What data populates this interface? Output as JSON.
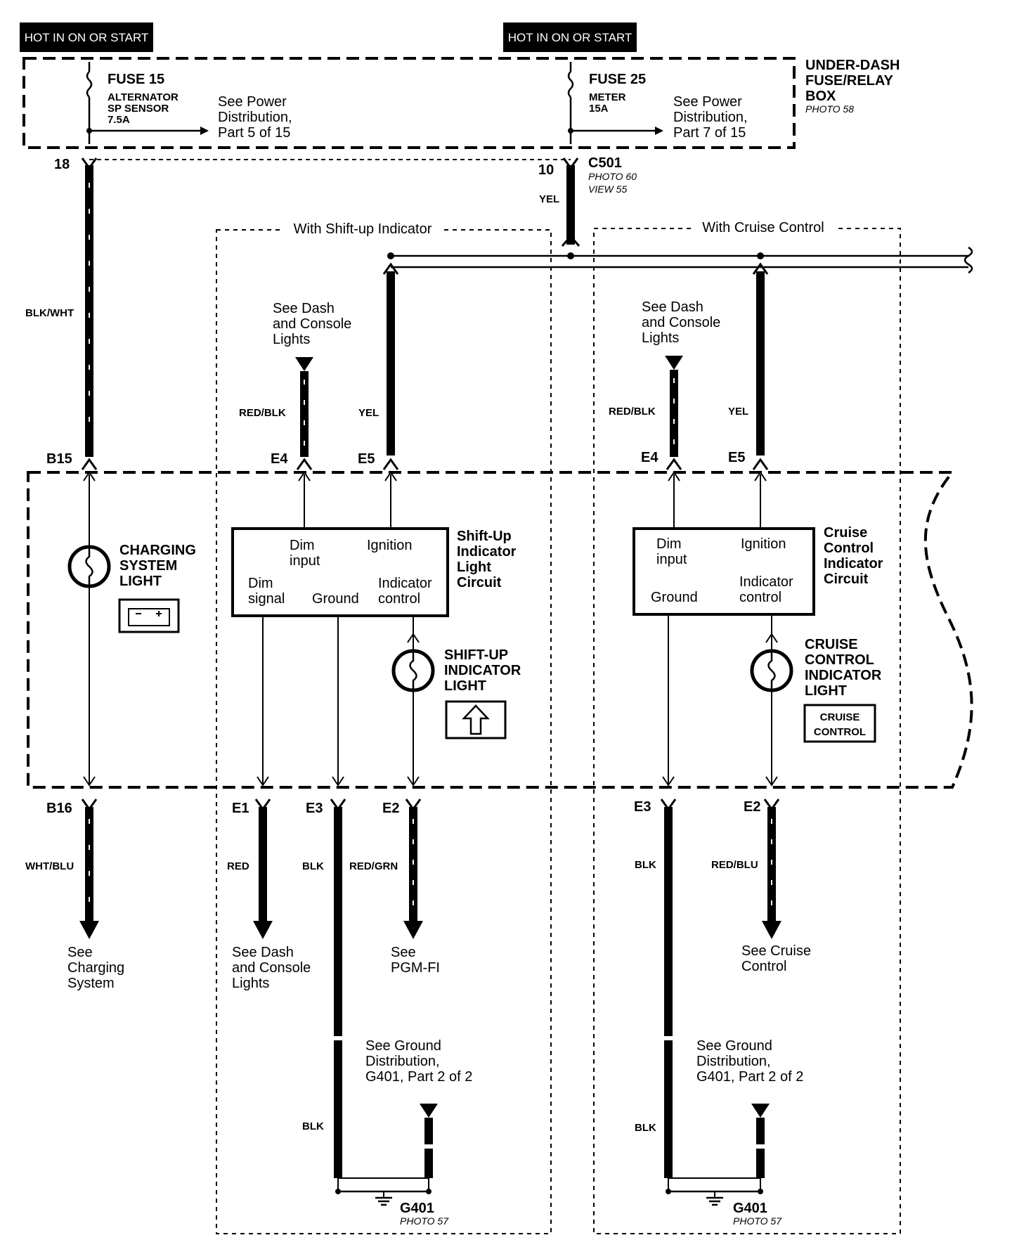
{
  "hot_labels": [
    "HOT IN ON OR START",
    "HOT IN ON OR START"
  ],
  "fuse_box": {
    "title_lines": [
      "UNDER-DASH",
      "FUSE/RELAY",
      "BOX"
    ],
    "photo": "PHOTO 58"
  },
  "fuse15": {
    "name": "FUSE 15",
    "desc": [
      "ALTERNATOR",
      "SP SENSOR",
      "7.5A"
    ],
    "see": [
      "See Power",
      "Distribution,",
      "Part 5 of 15"
    ]
  },
  "fuse25": {
    "name": "FUSE 25",
    "desc": [
      "METER",
      "15A"
    ],
    "see": [
      "See Power",
      "Distribution,",
      "Part 7 of 15"
    ]
  },
  "connector_c501": {
    "name": "C501",
    "photo": "PHOTO 60",
    "view": "VIEW 55",
    "pins": [
      "18",
      "10"
    ]
  },
  "options": {
    "shift_up": "With Shift-up Indicator",
    "cruise": "With Cruise Control"
  },
  "see_dash_top": [
    "See Dash",
    "and Console",
    "Lights"
  ],
  "wires": {
    "blk_wht": "BLK/WHT",
    "yel": "YEL",
    "red_blk": "RED/BLK",
    "wht_blu": "WHT/BLU",
    "red": "RED",
    "blk": "BLK",
    "red_grn": "RED/GRN",
    "red_blu": "RED/BLU"
  },
  "pins": {
    "b15": "B15",
    "b16": "B16",
    "e1": "E1",
    "e2": "E2",
    "e3": "E3",
    "e4": "E4",
    "e5": "E5"
  },
  "charging_light": {
    "label": [
      "CHARGING",
      "SYSTEM",
      "LIGHT"
    ]
  },
  "shift_circuit": {
    "title": [
      "Shift-Up",
      "Indicator",
      "Light",
      "Circuit"
    ],
    "dim_input": [
      "Dim",
      "input"
    ],
    "ignition": "Ignition",
    "dim_signal": [
      "Dim",
      "signal"
    ],
    "ground": "Ground",
    "indicator_control": [
      "Indicator",
      "control"
    ]
  },
  "shift_light": {
    "label": [
      "SHIFT-UP",
      "INDICATOR",
      "LIGHT"
    ]
  },
  "cruise_circuit": {
    "title": [
      "Cruise",
      "Control",
      "Indicator",
      "Circuit"
    ],
    "dim_input": [
      "Dim",
      "input"
    ],
    "ignition": "Ignition",
    "ground": "Ground",
    "indicator_control": [
      "Indicator",
      "control"
    ]
  },
  "cruise_light": {
    "label": [
      "CRUISE",
      "CONTROL",
      "INDICATOR",
      "LIGHT"
    ],
    "badge": [
      "CRUISE",
      "CONTROL"
    ]
  },
  "bottom": {
    "charging": [
      "See",
      "Charging",
      "System"
    ],
    "dash": [
      "See Dash",
      "and Console",
      "Lights"
    ],
    "pgm": [
      "See",
      "PGM-FI"
    ],
    "cruise": [
      "See Cruise",
      "Control"
    ],
    "ground_dist": [
      "See Ground",
      "Distribution,",
      "G401, Part 2 of 2"
    ],
    "g401": "G401",
    "g401_photo": "PHOTO 57"
  }
}
